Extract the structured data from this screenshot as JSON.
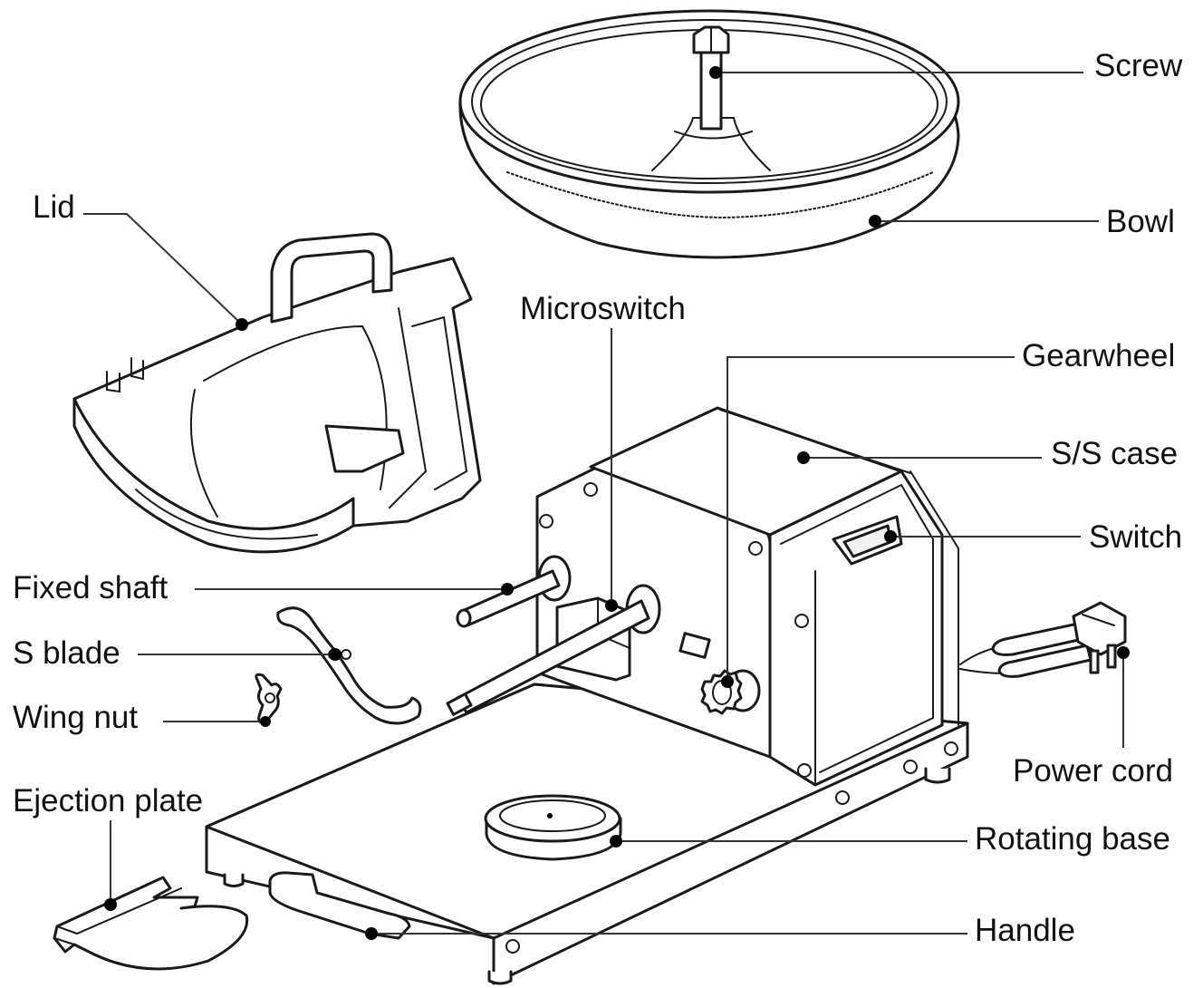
{
  "labels": {
    "screw": "Screw",
    "bowl": "Bowl",
    "lid": "Lid",
    "microswitch": "Microswitch",
    "gearwheel": "Gearwheel",
    "ss_case": "S/S case",
    "switch": "Switch",
    "fixed_shaft": "Fixed shaft",
    "s_blade": "S blade",
    "wing_nut": "Wing nut",
    "power_cord": "Power cord",
    "ejection_plate": "Ejection plate",
    "rotating_base": "Rotating base",
    "handle": "Handle"
  },
  "colors": {
    "line": "#1a1a1a",
    "leader": "#333333",
    "dot": "#000000",
    "fill": "#ffffff"
  }
}
